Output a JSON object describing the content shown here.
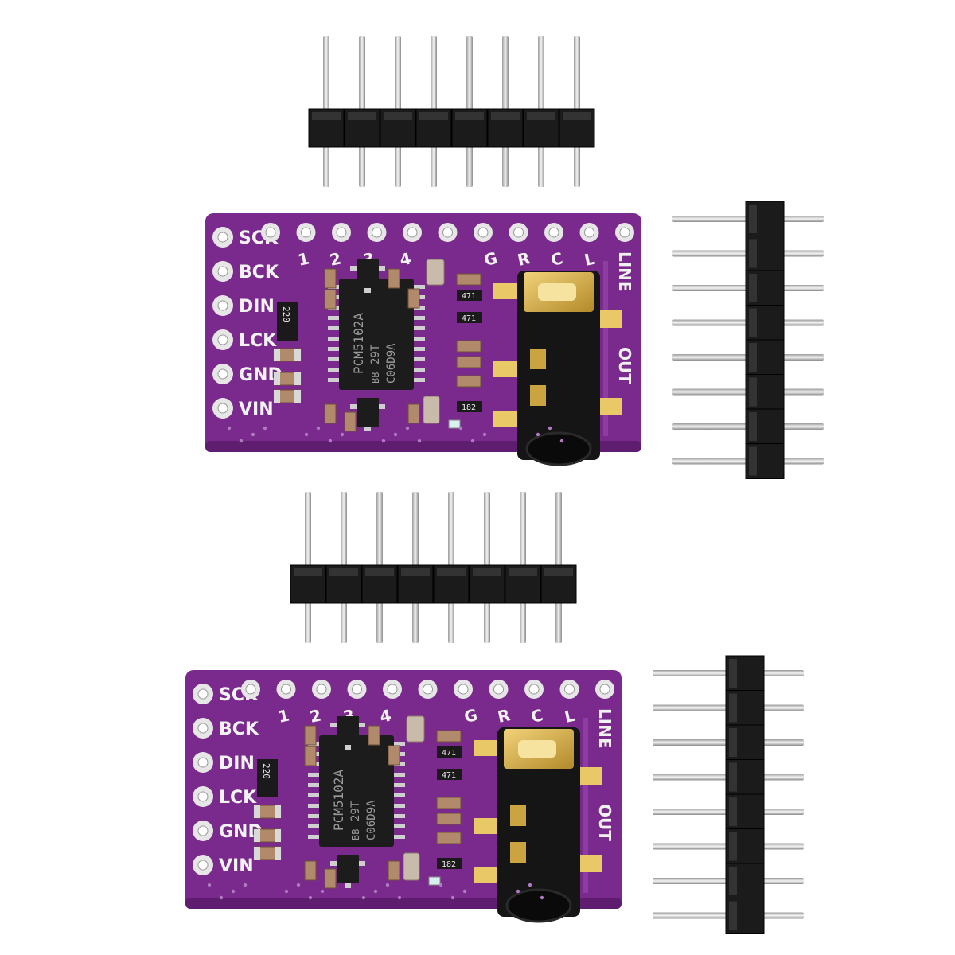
{
  "colors": {
    "background": "#ffffff",
    "pcb": "#7a2a8c",
    "pcb_dark": "#5f1d70",
    "header_plastic": "#1b1b1b",
    "pin_metal": "#cfcfcf",
    "gold": "#d7b24a",
    "jack_body": "#151515"
  },
  "boards": [
    {
      "left_labels": [
        "SCK",
        "BCK",
        "DIN",
        "LCK",
        "GND",
        "VIN"
      ],
      "top_labels": [
        "1",
        "2",
        "3",
        "4",
        "G",
        "R",
        "C",
        "L"
      ],
      "side_label_top": "LINE",
      "side_label_bottom": "OUT",
      "chip_text": [
        "PCM5102A",
        "29T",
        "C06D9A"
      ],
      "chip_logo": "BB",
      "resistor_array_text": "220",
      "resistor_codes": [
        "471",
        "471",
        "182"
      ]
    },
    {
      "left_labels": [
        "SCK",
        "BCK",
        "DIN",
        "LCK",
        "GND",
        "VIN"
      ],
      "top_labels": [
        "1",
        "2",
        "3",
        "4",
        "G",
        "R",
        "C",
        "L"
      ],
      "side_label_top": "LINE",
      "side_label_bottom": "OUT",
      "chip_text": [
        "PCM5102A",
        "29T",
        "C06D9A"
      ],
      "chip_logo": "BB",
      "resistor_array_text": "220",
      "resistor_codes": [
        "471",
        "471",
        "182"
      ]
    }
  ],
  "headers": [
    {
      "orientation": "vertical",
      "pin_count": 8
    },
    {
      "orientation": "horizontal",
      "pin_count": 8
    },
    {
      "orientation": "vertical",
      "pin_count": 8
    },
    {
      "orientation": "horizontal",
      "pin_count": 8
    }
  ]
}
